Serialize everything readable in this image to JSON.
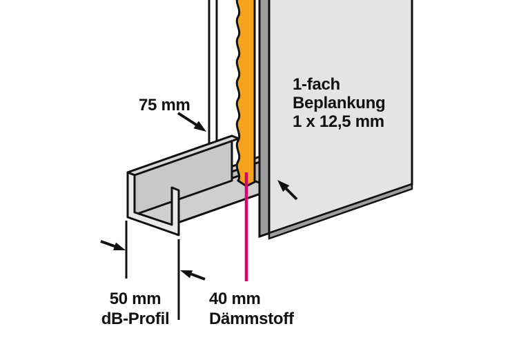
{
  "diagram": {
    "labels": {
      "width": "75 mm",
      "planking": {
        "line1": "1-fach",
        "line2": "Beplankung",
        "line3": "1 x 12,5 mm"
      },
      "profile": {
        "line1": "50 mm",
        "line2": "dB-Profil"
      },
      "insulation": {
        "line1": "40 mm",
        "line2": "Dämmstoff"
      }
    },
    "colors": {
      "background": "#FFFFFF",
      "insulation_orange": "#F5A31F",
      "leader_magenta": "#D6046C",
      "panel_light_gray": "#E4E4E4",
      "profile_gray": "#D7D7D7",
      "stud_dark_gray": "#9E9E9E",
      "outline": "#111111",
      "text": "#111111"
    }
  }
}
